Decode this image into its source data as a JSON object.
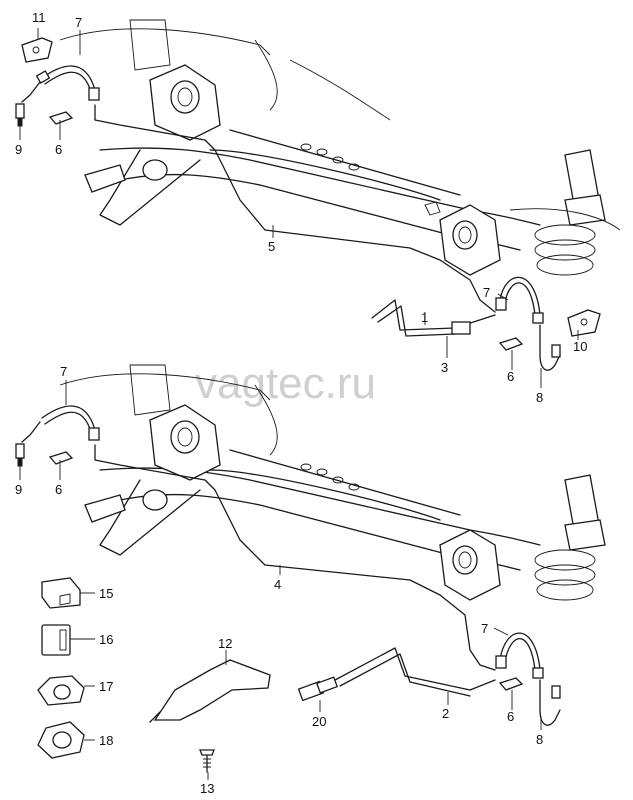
{
  "watermark": "vagtec.ru",
  "callouts": {
    "top": [
      "11",
      "7",
      "9",
      "6",
      "5",
      "1",
      "3",
      "7",
      "6",
      "10",
      "8"
    ],
    "bottom": [
      "7",
      "9",
      "6",
      "4",
      "7",
      "2",
      "6",
      "8",
      "12",
      "20",
      "13",
      "15",
      "16",
      "17",
      "18"
    ]
  }
}
